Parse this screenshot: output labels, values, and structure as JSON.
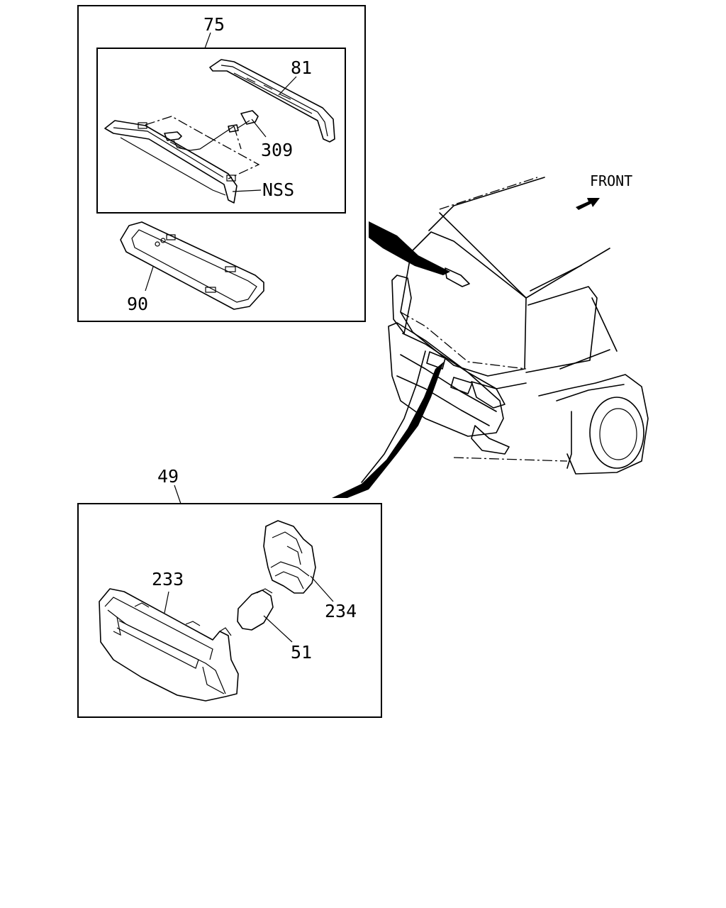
{
  "diagram": {
    "direction_label": "FRONT",
    "callouts": {
      "assembly_high_mount": "75",
      "lens": "81",
      "bulb_socket_small": "309",
      "not_serviced": "NSS",
      "gasket": "90",
      "assembly_license_lamp": "49",
      "lamp_housing": "233",
      "socket": "234",
      "bulb": "51"
    }
  }
}
